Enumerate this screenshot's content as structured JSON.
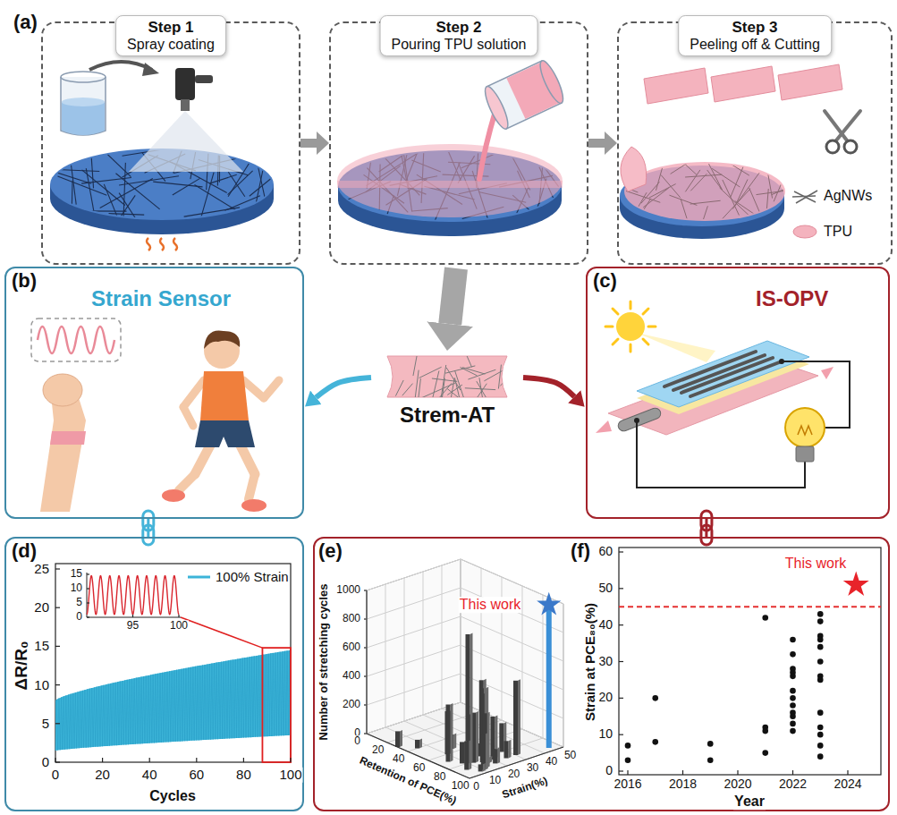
{
  "diagram": {
    "nodes": [
      {
        "text": [
          "(a)"
        ]
      },
      {
        "text": [
          "Step 1",
          "Spray coating"
        ],
        "in": 0
      },
      {
        "text": [
          "Step 2",
          "Pouring TPU solution"
        ],
        "in": 0
      },
      {
        "text": [
          "Step 3",
          "Peeling off & Cutting"
        ],
        "in": 0
      },
      {
        "text": [
          "Strem-AT"
        ]
      },
      {
        "text": [
          "(b)",
          "Strain Sensor"
        ]
      },
      {
        "text": [
          "(c)",
          "IS-OPV"
        ]
      },
      {
        "text": [
          "(d)"
        ]
      },
      {
        "text": [
          "(e)",
          "(f)"
        ]
      }
    ],
    "edges": [
      {
        "from": 1,
        "to": 2,
        "arrow": "to"
      },
      {
        "from": 2,
        "to": 3,
        "arrow": "to"
      },
      {
        "from": 0,
        "to": 4,
        "arrow": "to"
      },
      {
        "from": 4,
        "to": 5,
        "arrow": "to"
      },
      {
        "from": 4,
        "to": 6,
        "arrow": "to"
      },
      {
        "from": 5,
        "to": 7,
        "arrow": "none"
      },
      {
        "from": 6,
        "to": 8,
        "arrow": "none"
      }
    ],
    "labels": [
      "AgNWs",
      "TPU",
      "ΔR/R₀",
      "Cycles",
      "0",
      "5",
      "10",
      "15",
      "20",
      "25",
      "0",
      "20",
      "40",
      "60",
      "80",
      "100",
      "0",
      "5",
      "10",
      "15",
      "95",
      "100",
      "This work",
      "Number of stretching cycles",
      "Retention of PCE(%)",
      "Strain(%)",
      "0",
      "200",
      "400",
      "600",
      "800",
      "1000",
      "0",
      "20",
      "40",
      "60",
      "80",
      "100",
      "0",
      "10",
      "20",
      "30",
      "40",
      "50",
      "Strain at PCE₈₀(%)",
      "Year",
      "0",
      "10",
      "20",
      "30",
      "40",
      "50",
      "60",
      "2016",
      "2018",
      "2020",
      "2022",
      "2024",
      "This work"
    ],
    "legend": [
      {
        "text": "100% Strain"
      }
    ]
  }
}
